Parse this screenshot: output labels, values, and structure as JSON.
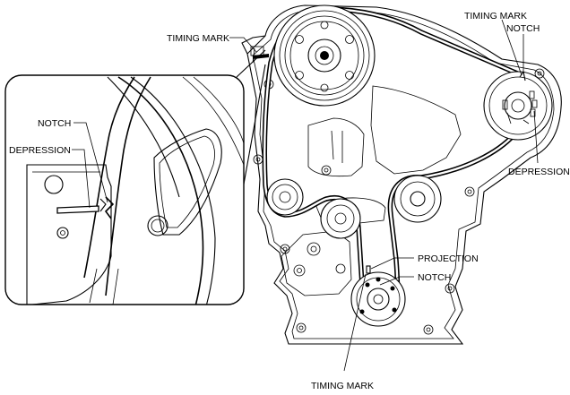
{
  "labels": {
    "timing_mark_top_left": "TIMING MARK",
    "timing_mark_top_right": "TIMING MARK",
    "notch_top_right": "NOTCH",
    "depression_right": "DEPRESSION",
    "notch_inset": "NOTCH",
    "depression_inset": "DEPRESSION",
    "projection": "PROJECTION",
    "notch_bottom": "NOTCH",
    "timing_mark_bottom": "TIMING MARK"
  },
  "colors": {
    "line": "#000000",
    "background": "#ffffff"
  }
}
